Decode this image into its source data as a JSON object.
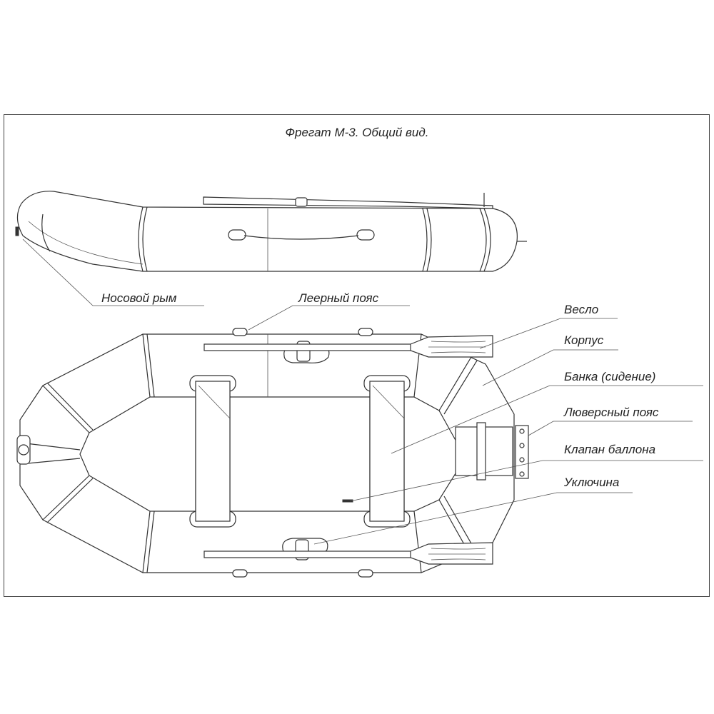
{
  "title": "Фрегат М-3. Общий вид.",
  "labels": {
    "nose_ring": "Носовой рым",
    "lifeline": "Леерный пояс",
    "oar": "Весло",
    "hull": "Корпус",
    "seat": "Банка (сидение)",
    "grommet_belt": "Люверсный пояс",
    "valve": "Клапан баллона",
    "oarlock": "Уключина"
  }
}
